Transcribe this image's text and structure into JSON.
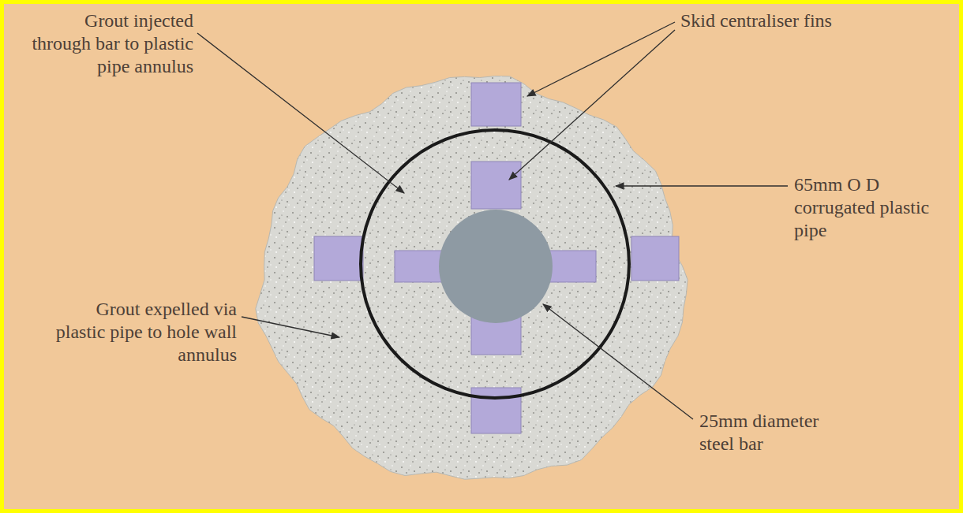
{
  "diagram": {
    "labels": [
      "Grout injected through bar to plastic pipe annulus",
      "Skid centraliser fins",
      "65mm O D corrugated plastic pipe",
      "Grout expelled via plastic pipe to hole wall annulus",
      "25mm diameter steel bar"
    ]
  }
}
